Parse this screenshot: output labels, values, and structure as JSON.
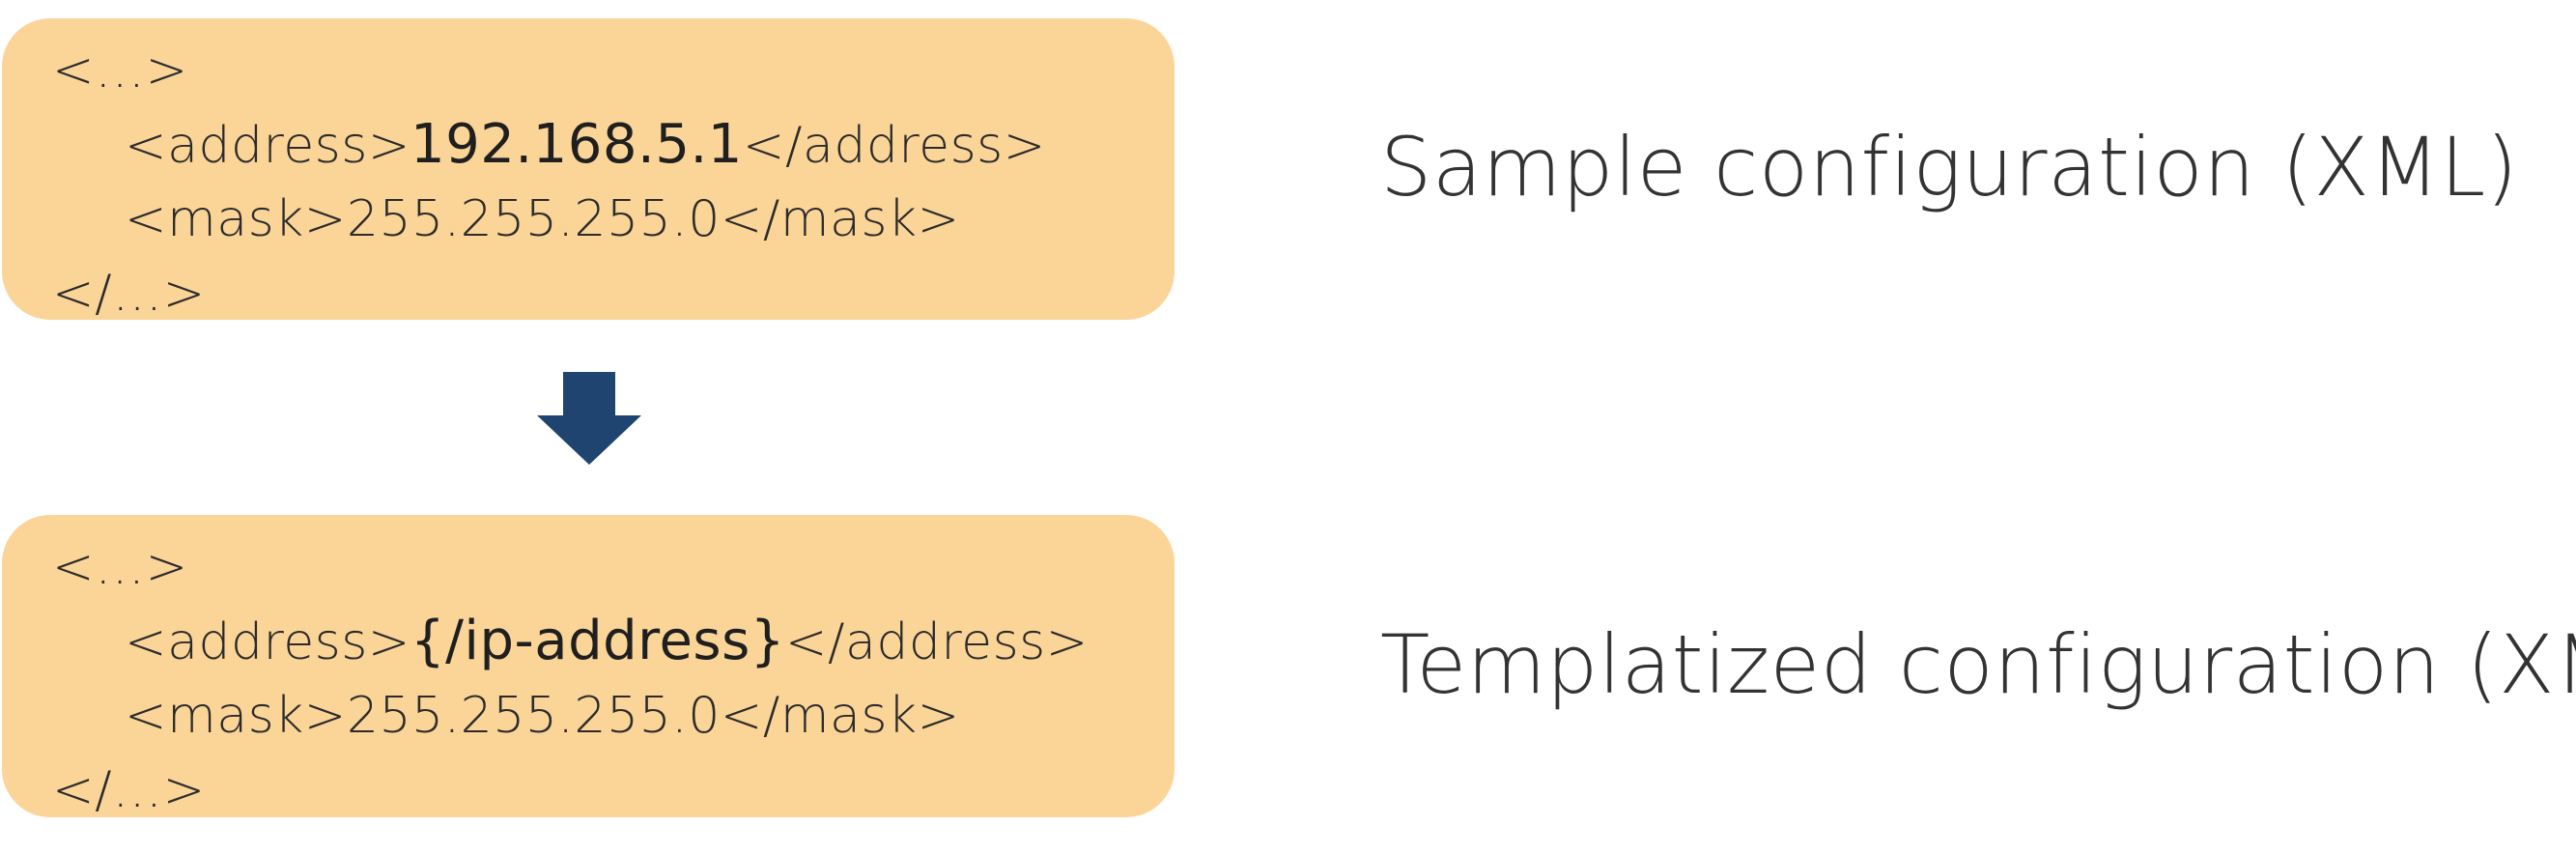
{
  "colors": {
    "box_fill": "#FBD598",
    "arrow_fill": "#1F4470",
    "text": "#2B2B2B"
  },
  "sample": {
    "open_tag": "<…>",
    "address_open": "<address>",
    "address_value": "192.168.5.1",
    "address_close": "</address>",
    "mask_line": "<mask>255.255.255.0</mask>",
    "close_tag": "</…>",
    "caption": "Sample configuration (XML)"
  },
  "template": {
    "open_tag": "<…>",
    "address_open": "<address>",
    "address_value": "{/ip-address}",
    "address_close": "</address>",
    "mask_line": "<mask>255.255.255.0</mask>",
    "close_tag": "</…>",
    "caption": "Templatized configuration (XML)"
  },
  "arrow": {
    "icon": "arrow-down-icon"
  }
}
